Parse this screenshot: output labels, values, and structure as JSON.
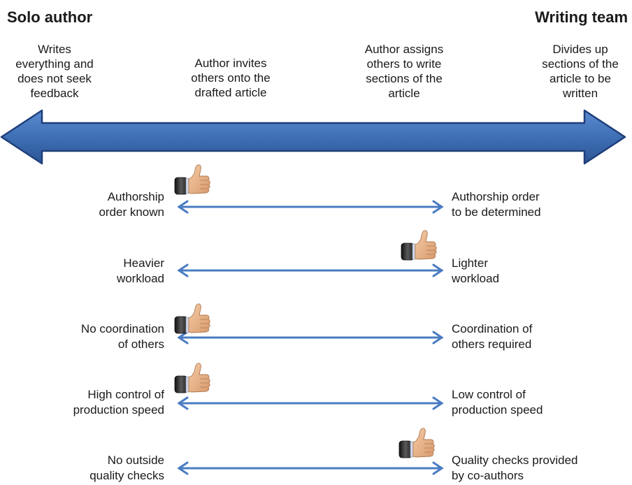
{
  "header": {
    "left_title": "Solo author",
    "right_title": "Writing team"
  },
  "stages": [
    {
      "label": "Writes\neverything and\ndoes not seek\nfeedback"
    },
    {
      "label": "Author invites\nothers onto the\ndrafted article"
    },
    {
      "label": "Author assigns\nothers to write\nsections of the\narticle"
    },
    {
      "label": "Divides up\nsections of the\narticle to be\nwritten"
    }
  ],
  "comparisons": [
    {
      "left": "Authorship\norder known",
      "right": "Authorship order\nto be determined",
      "thumbs_up": "left"
    },
    {
      "left": "Heavier\nworkload",
      "right": "Lighter\nworkload",
      "thumbs_up": "right"
    },
    {
      "left": "No coordination\nof others",
      "right": "Coordination of\nothers required",
      "thumbs_up": "left"
    },
    {
      "left": "High control of\nproduction speed",
      "right": "Low control of\nproduction speed",
      "thumbs_up": "left"
    },
    {
      "left": "No outside\nquality checks",
      "right": "Quality checks provided\nby co-authors",
      "thumbs_up": "right"
    }
  ],
  "colors": {
    "main_arrow_fill": "#3f6fb5",
    "main_arrow_outline": "#1f3f7a",
    "row_arrow": "#4a7cc2",
    "skin": "#e8b48a",
    "sleeve": "#2e2e2e"
  },
  "icons": {
    "thumb": "thumbs-up-icon",
    "main_arrow": "double-headed-arrow",
    "row_arrow": "double-headed-arrow"
  }
}
